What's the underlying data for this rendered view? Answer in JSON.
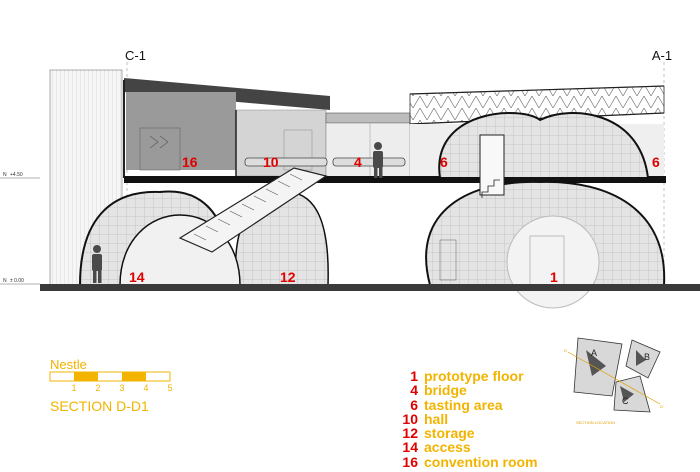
{
  "grid_labels": {
    "left": "C-1",
    "right": "A-1"
  },
  "levels": {
    "upper": "+4.50",
    "ground": "± 0.00",
    "marker": "N"
  },
  "room_tags": [
    "16",
    "10",
    "4",
    "6",
    "6",
    "14",
    "12",
    "1"
  ],
  "brand": "Nestle",
  "scale_numbers": [
    "1",
    "2",
    "3",
    "4",
    "5"
  ],
  "section_title": "SECTION D-D1",
  "legend": [
    {
      "num": "1",
      "label": "prototype floor"
    },
    {
      "num": "4",
      "label": "bridge"
    },
    {
      "num": "6",
      "label": "tasting area"
    },
    {
      "num": "10",
      "label": "hall"
    },
    {
      "num": "12",
      "label": "storage"
    },
    {
      "num": "14",
      "label": "access"
    },
    {
      "num": "16",
      "label": "convention room"
    }
  ],
  "key_plan": {
    "blocks": [
      "A",
      "B",
      "C"
    ],
    "caption": "SECTION LOCATION",
    "cut_start": "D",
    "cut_end": "D'"
  },
  "colors": {
    "accent": "#f2b400",
    "tag": "#e00000",
    "ink": "#111111"
  }
}
